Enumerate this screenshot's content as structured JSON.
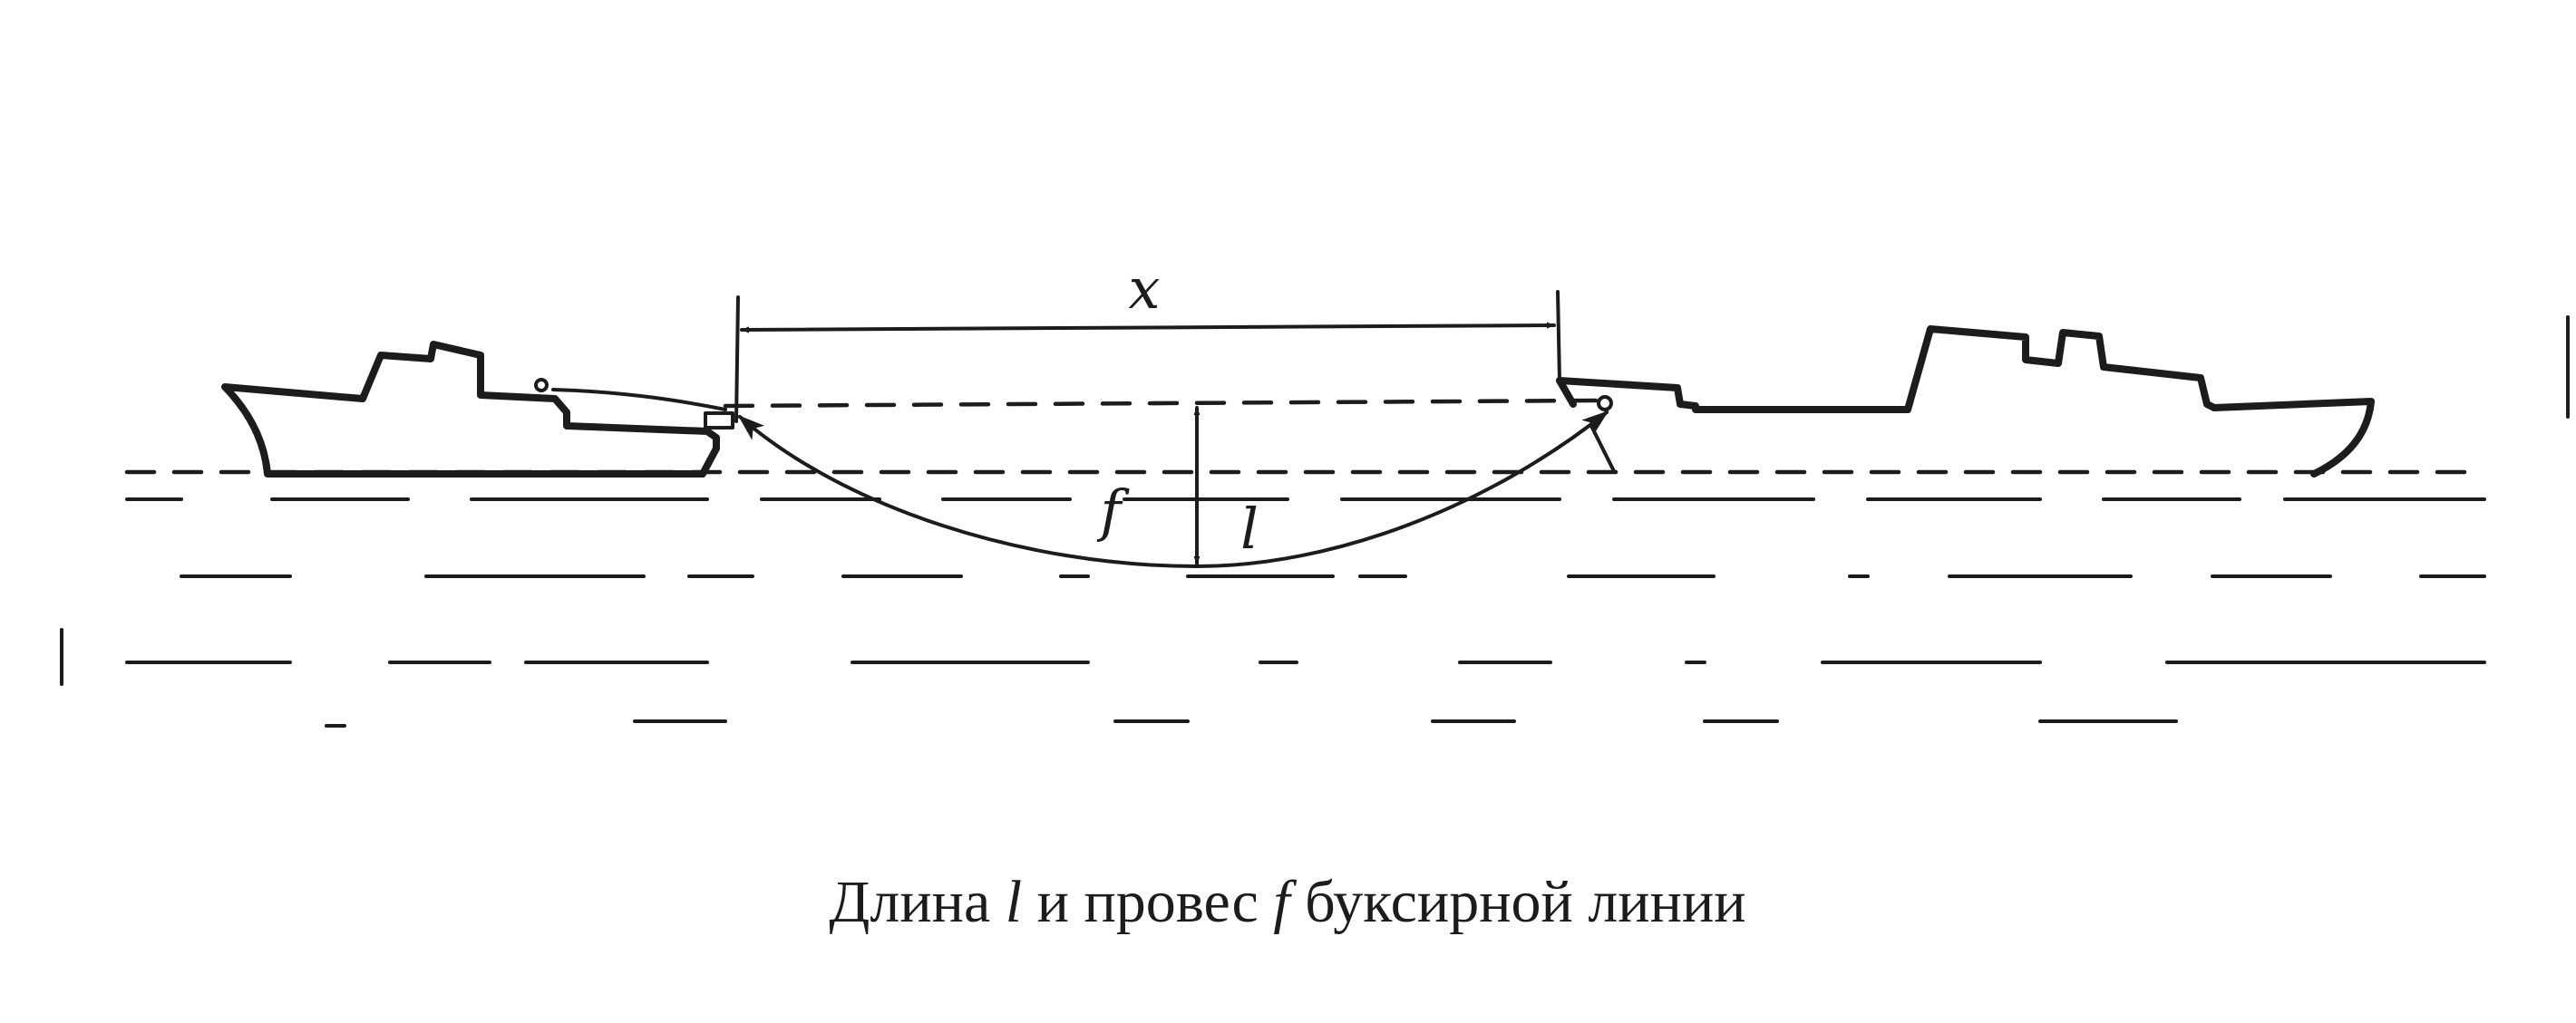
{
  "labels": {
    "distance": "x",
    "sag": "f",
    "length": "l"
  },
  "caption": {
    "text_before_l": "Длина ",
    "symbol_l": "l",
    "text_middle": " и провес ",
    "symbol_f": "f",
    "text_after": " буксирной линии"
  },
  "colors": {
    "ink": "#1c1c1c",
    "paper": "#ffffff"
  }
}
